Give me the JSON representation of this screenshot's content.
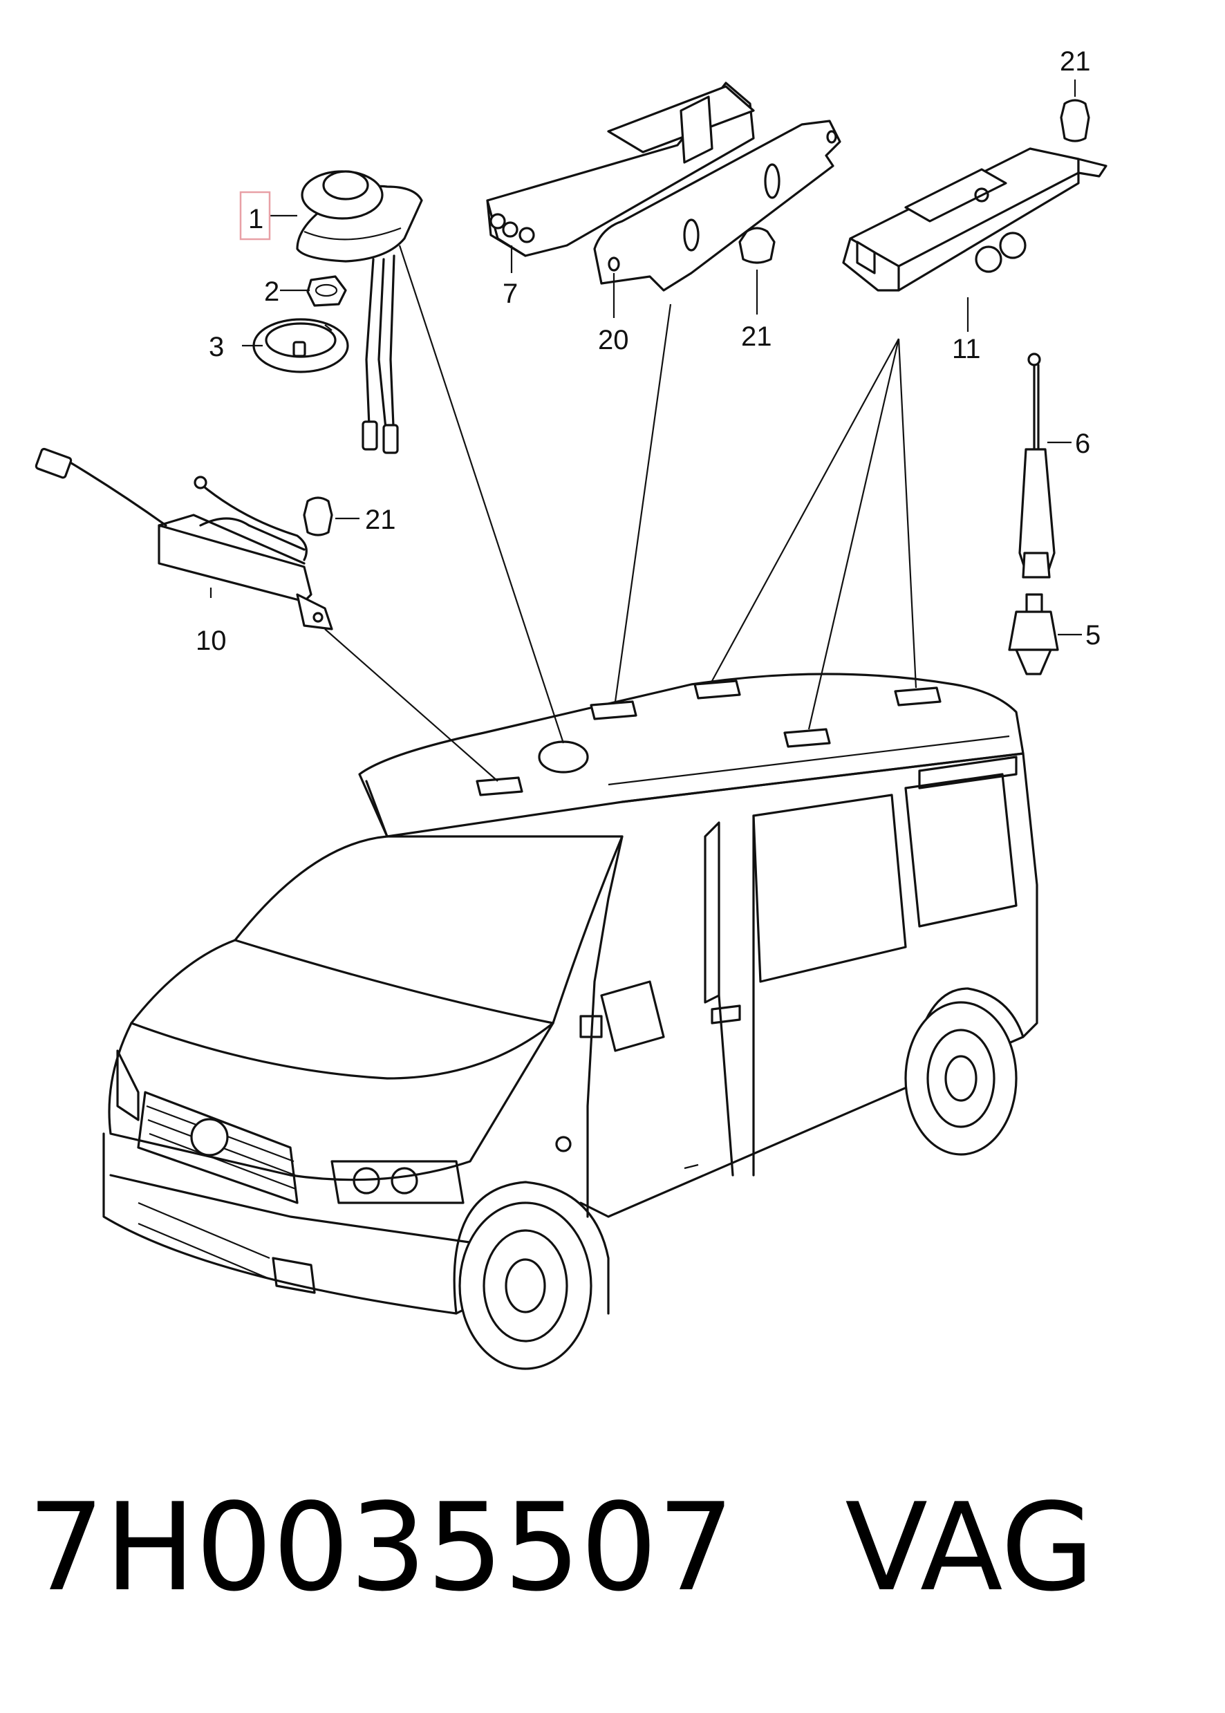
{
  "callouts": {
    "c1": "1",
    "c2": "2",
    "c3": "3",
    "c5": "5",
    "c6": "6",
    "c7": "7",
    "c10": "10",
    "c11": "11",
    "c20": "20",
    "c21a": "21",
    "c21b": "21",
    "c21c": "21"
  },
  "highlight_color": "#e8a0a6",
  "caption": {
    "part_number": "7H0035507",
    "brand": "VAG"
  }
}
